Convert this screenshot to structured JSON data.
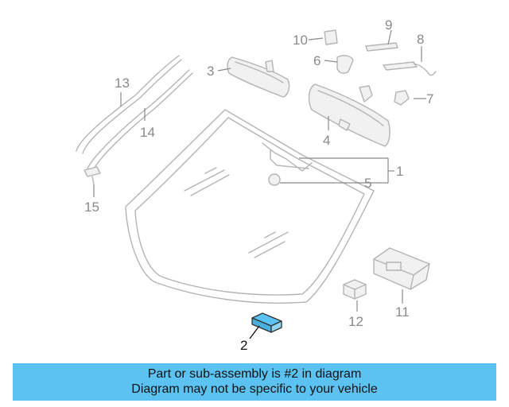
{
  "callouts": {
    "c1": "1",
    "c2": "2",
    "c3": "3",
    "c4": "4",
    "c5": "5",
    "c6": "6",
    "c7": "7",
    "c8": "8",
    "c9": "9",
    "c10": "10",
    "c11": "11",
    "c12": "12",
    "c13": "13",
    "c14": "14",
    "c15": "15"
  },
  "highlight_callout": "2",
  "banner": {
    "line1": "Part or sub-assembly is #2 in diagram",
    "line2": "Diagram may not be specific to your vehicle"
  },
  "colors": {
    "banner_bg": "#5bc2f2",
    "highlight_part": "#5bc2f2",
    "line_art": "#b4b4b4",
    "callout_text": "#8a8a8a"
  }
}
